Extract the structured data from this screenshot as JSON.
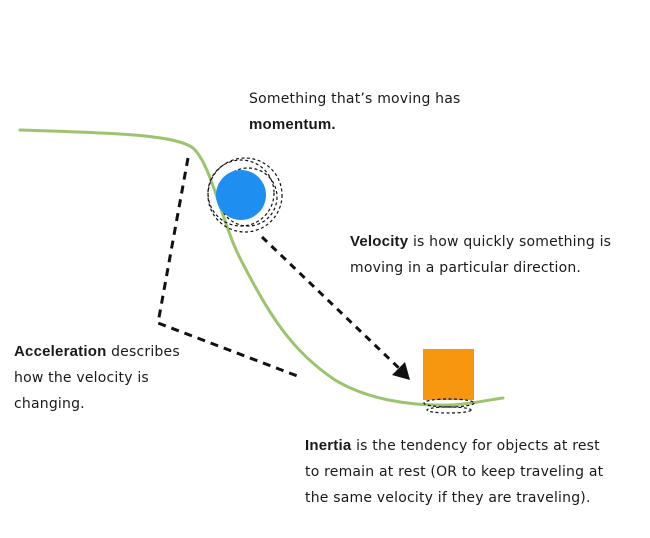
{
  "labels": {
    "momentum": {
      "line1": "Something that’s moving has",
      "term": "momentum."
    },
    "velocity": {
      "term": "Velocity",
      "rest_line1": " is how quickly something is",
      "line2": "moving in a particular direction."
    },
    "acceleration": {
      "term": "Acceleration",
      "rest_line1": " describes",
      "line2": "how the velocity is",
      "line3": "changing."
    },
    "inertia": {
      "term": "Inertia",
      "rest_line1": " is the tendency for objects at rest",
      "line2": "to remain at rest (OR to keep traveling at",
      "line3": "the same velocity if they are traveling)."
    }
  },
  "colors": {
    "slope": "#9cc46e",
    "ball": "#1e8ff0",
    "box": "#f7960f",
    "ink": "#111111"
  },
  "icons": {
    "ball": "circle",
    "box": "square"
  }
}
